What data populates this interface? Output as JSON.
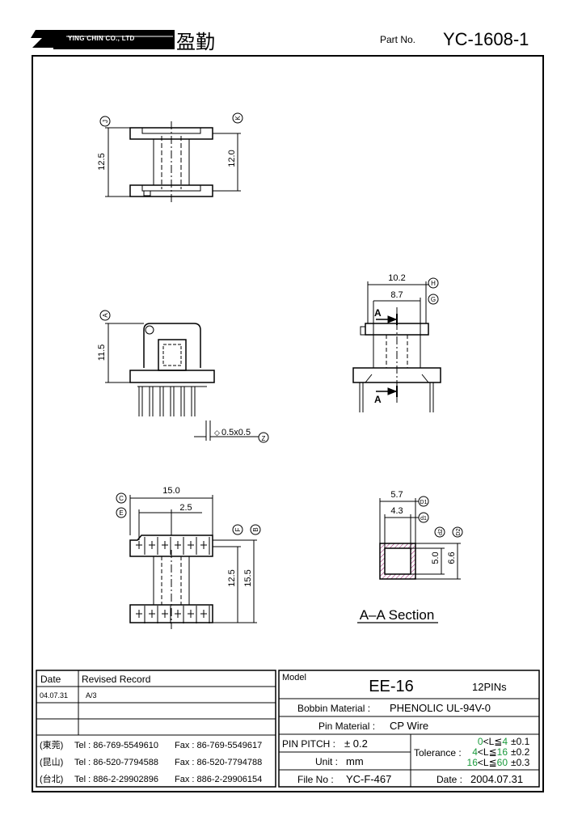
{
  "header": {
    "company_en": "YING CHIN CO., LTD",
    "company_cn": "盈勤",
    "part_no_label": "Part No.",
    "part_no": "YC-1608-1"
  },
  "drawing": {
    "top_view": {
      "ref_left": "J",
      "ref_right": "K",
      "dim_left": "12.5",
      "dim_right": "12.0"
    },
    "front_view": {
      "ref": "A",
      "dim_height": "11.5",
      "pin_dim": "0.5x0.5",
      "pin_ref": "Z"
    },
    "side_view": {
      "dim_outer": "10.2",
      "dim_inner": "8.7",
      "ref_outer": "H",
      "ref_inner": "G",
      "section_mark": "A"
    },
    "bottom_view": {
      "dim_width": "15.0",
      "dim_pitch": "2.5",
      "ref_c": "C",
      "ref_e": "E",
      "ref_f": "F",
      "ref_b": "B",
      "dim_h1": "12.5",
      "dim_h2": "15.5"
    },
    "section_view": {
      "dim_d1": "5.7",
      "dim_d1_inner": "4.3",
      "ref_d1": "D1",
      "ref_d1_small": "d1",
      "ref_d2_small": "d2",
      "ref_d2": "D2",
      "dim_v1": "5.0",
      "dim_v2": "6.6",
      "title": "A–A Section"
    }
  },
  "record_table": {
    "col_date": "Date",
    "col_record": "Revised  Record",
    "rows": [
      {
        "date": "04.07.31",
        "record": "A/3"
      }
    ],
    "contacts": [
      {
        "loc": "(東莞)",
        "tel": "Tel : 86-769-5549610",
        "fax": "Fax : 86-769-5549617"
      },
      {
        "loc": "(昆山)",
        "tel": "Tel : 86-520-7794588",
        "fax": "Fax : 86-520-7794788"
      },
      {
        "loc": "(台北)",
        "tel": "Tel : 886-2-29902896",
        "fax": "Fax : 886-2-29906154"
      }
    ]
  },
  "spec_table": {
    "model_label": "Model",
    "model": "EE-16",
    "pins": "12PINs",
    "bobbin_label": "Bobbin  Material :",
    "bobbin": "PHENOLIC UL-94V-0",
    "pin_label": "Pin  Material :",
    "pin": "CP Wire",
    "pitch_label": "PIN  PITCH :",
    "pitch": "± 0.2",
    "unit_label": "Unit :",
    "unit": "mm",
    "file_label": "File  No :",
    "file": "YC-F-467",
    "tolerance_label": "Tolerance :",
    "tol_rows": [
      {
        "lo": "0",
        "hi": "4",
        "tol": "±0.1"
      },
      {
        "lo": "4",
        "hi": "16",
        "tol": "±0.2"
      },
      {
        "lo": "16",
        "hi": "60",
        "tol": "±0.3"
      }
    ],
    "date_label": "Date :",
    "date": "2004.07.31"
  },
  "colors": {
    "ink": "#000000",
    "tolerance_green": "#1a9a3c",
    "hatch": "#a0307a"
  }
}
